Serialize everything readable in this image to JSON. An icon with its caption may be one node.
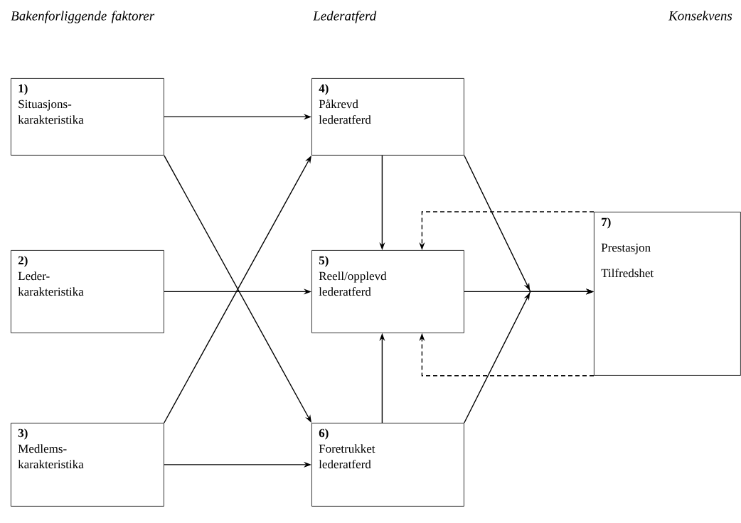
{
  "diagram": {
    "nodes": [
      {
        "text": [
          "1)",
          "Situasjons- karakteristika"
        ]
      },
      {
        "text": [
          "2)",
          "Leder- karakteristika"
        ]
      },
      {
        "text": [
          "3)",
          "Medlems- karakteristika"
        ]
      },
      {
        "text": [
          "4)",
          "Påkrevd lederatferd"
        ]
      },
      {
        "text": [
          "5)",
          "Reell/opplevd lederatferd"
        ]
      },
      {
        "text": [
          "6)",
          "Foretrukket lederatferd"
        ]
      },
      {
        "text": [
          "7)",
          "Prestasjon",
          "Tilfredshet"
        ]
      }
    ],
    "edges": [
      {
        "from": 0,
        "to": 3,
        "arrow": "to"
      },
      {
        "from": 0,
        "to": 5,
        "arrow": "to"
      },
      {
        "from": 2,
        "to": 3,
        "arrow": "to"
      },
      {
        "from": 1,
        "to": 4,
        "arrow": "to"
      },
      {
        "from": 2,
        "to": 5,
        "arrow": "to"
      },
      {
        "from": 3,
        "to": 4,
        "arrow": "to"
      },
      {
        "from": 5,
        "to": 4,
        "arrow": "to"
      },
      {
        "from": 3,
        "to": 6,
        "arrow": "to"
      },
      {
        "from": 4,
        "to": 6,
        "arrow": "to"
      },
      {
        "from": 5,
        "to": 6,
        "arrow": "to"
      },
      {
        "from": 6,
        "to": 4,
        "arrow": "to",
        "style": "dashed"
      },
      {
        "from": 6,
        "to": 4,
        "arrow": "to",
        "style": "dashed"
      }
    ],
    "labels": [
      "Bakenforliggende faktorer",
      "Lederatferd",
      "Konsekvens"
    ]
  }
}
